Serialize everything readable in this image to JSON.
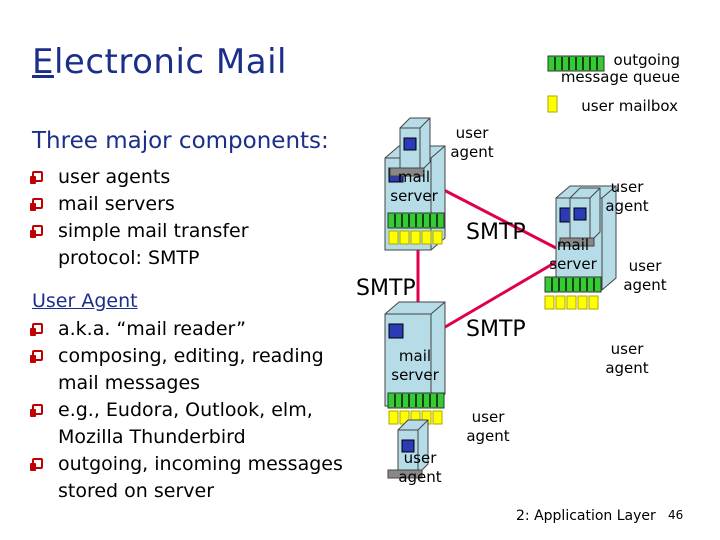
{
  "slide": {
    "title_first_letter": "E",
    "title_rest": "lectronic Mail",
    "subheading": "Three major components:",
    "components": [
      "user agents",
      "mail servers",
      "simple mail transfer protocol: SMTP"
    ],
    "user_agent_heading": "User Agent",
    "user_agent_points": [
      "a.k.a. “mail reader”",
      "composing, editing, reading mail messages",
      "e.g., Eudora, Outlook, elm, Mozilla Thunderbird",
      "outgoing, incoming messages stored on server"
    ]
  },
  "legend": {
    "queue_label_line1": "outgoing",
    "queue_label_line2": "message queue",
    "mailbox_label": "user mailbox"
  },
  "diagram": {
    "user_agent_label_line1": "user",
    "user_agent_label_line2": "agent",
    "mail_server_label_line1": "mail",
    "mail_server_label_line2": "server",
    "protocol_label": "SMTP"
  },
  "footer": {
    "chapter": "2: Application Layer",
    "page": "46"
  },
  "colors": {
    "title": "#1a2f8a",
    "bullet": "#c00000",
    "smtp_line": "#e0004a",
    "queue_fill": "#33cc33",
    "mailbox_fill": "#ffff00"
  }
}
